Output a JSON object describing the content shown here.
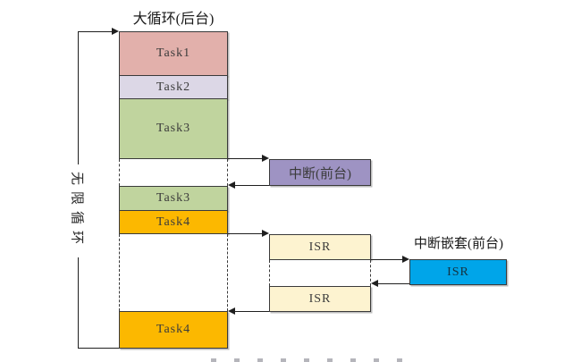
{
  "labels": {
    "title": "大循环(后台)",
    "infinite_loop": "无限循环",
    "interrupt_foreground": "中断(前台)",
    "nested_interrupt_foreground": "中断嵌套(前台)"
  },
  "main_column_segments": [
    {
      "label": "Task1",
      "type": "task"
    },
    {
      "label": "Task2",
      "type": "task"
    },
    {
      "label": "Task3",
      "type": "task"
    },
    {
      "label": "",
      "type": "gap"
    },
    {
      "label": "Task3",
      "type": "task"
    },
    {
      "label": "Task4",
      "type": "task"
    },
    {
      "label": "",
      "type": "gap"
    },
    {
      "label": "Task4",
      "type": "task"
    }
  ],
  "isr_column": [
    {
      "label": "ISR"
    },
    {
      "label": "ISR"
    }
  ],
  "nested_isr": {
    "label": "ISR"
  },
  "colors": {
    "task1": "#e2b0ab",
    "task2": "#dcd7e6",
    "task3": "#c0d49e",
    "task4": "#fcb800",
    "interrupt": "#9e93c3",
    "isr": "#fdf3d0",
    "nested_isr": "#00a5e9",
    "line": "#1f1f1f"
  }
}
